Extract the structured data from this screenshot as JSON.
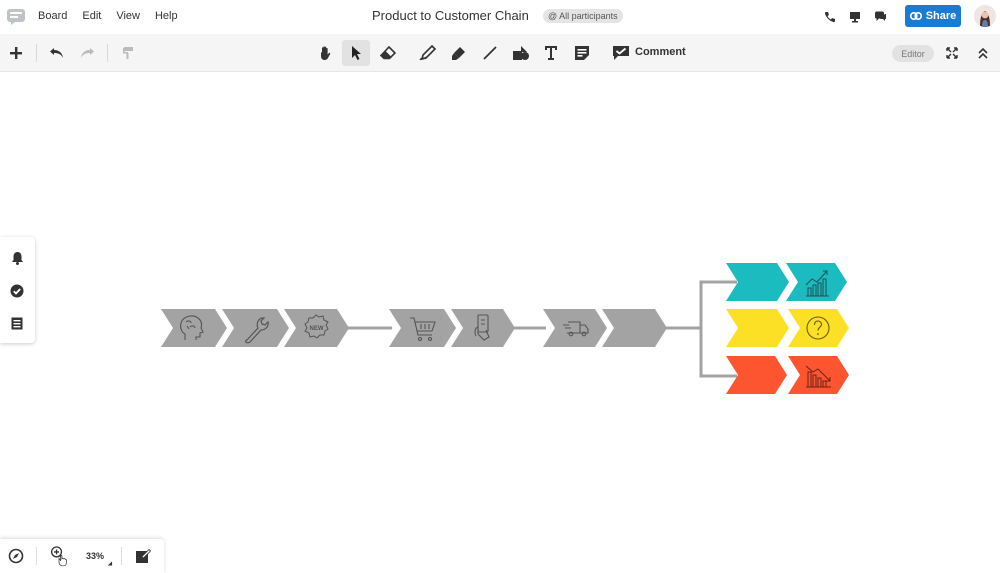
{
  "menu": {
    "items": [
      "Board",
      "Edit",
      "View",
      "Help"
    ]
  },
  "board": {
    "title": "Product to Customer Chain",
    "participants": "@ All participants"
  },
  "header": {
    "share_label": "Share"
  },
  "toolbar": {
    "comment_label": "Comment",
    "editor_badge": "Editor"
  },
  "bottom": {
    "zoom": "33%"
  },
  "diagram": {
    "gray_color": "#a3a3a3",
    "teal_color": "#1bbcbf",
    "yellow_color": "#fbe025",
    "red_color": "#fc5530",
    "line_color": "#a3a3a3",
    "step_icons": [
      "brain-icon",
      "wrench-icon",
      "new-badge-icon",
      "cart-icon",
      "payment-card-icon",
      "delivery-truck-icon",
      "blank"
    ],
    "outcome_icons": [
      "growth-chart-icon",
      "question-icon",
      "decline-chart-icon"
    ],
    "new_badge_text": "NEW"
  }
}
